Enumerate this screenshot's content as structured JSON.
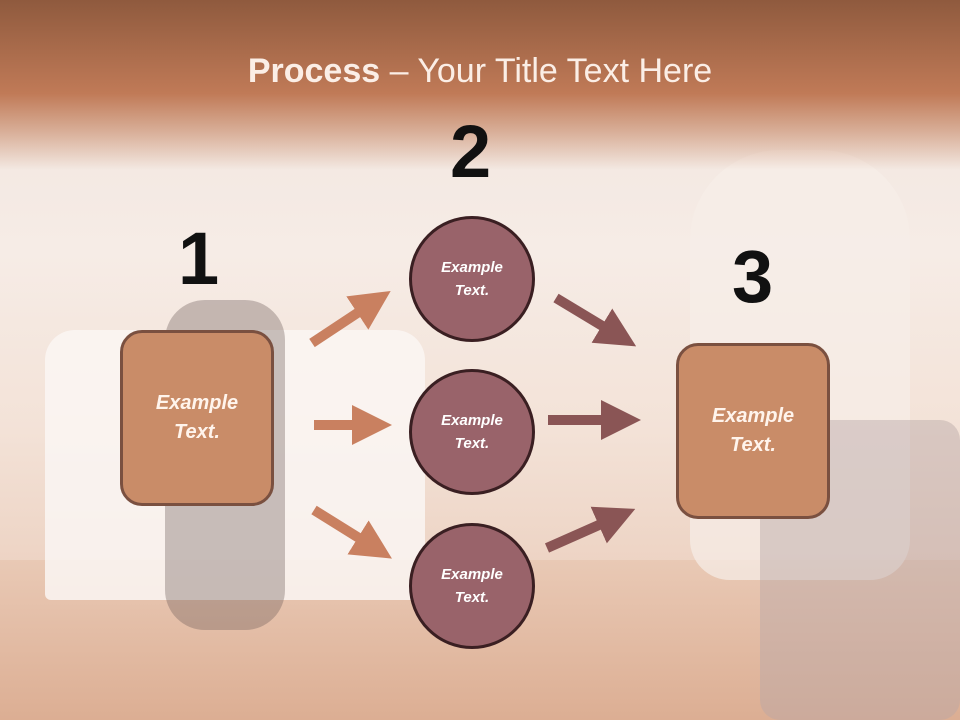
{
  "title": {
    "bold": "Process",
    "rest": " – Your Title Text Here"
  },
  "numbers": [
    "1",
    "2",
    "3"
  ],
  "boxes": {
    "left": "Example\nText.",
    "right": "Example\nText."
  },
  "circles": {
    "top": "Example\nText.",
    "middle": "Example\nText.",
    "bottom": "Example\nText."
  },
  "colors": {
    "box_fill": "#c98c68",
    "box_border": "#7a5040",
    "circle_fill": "#99636a",
    "arrow_left": "#c98060",
    "arrow_right": "#8a5555",
    "title_band": "#b8704e"
  }
}
